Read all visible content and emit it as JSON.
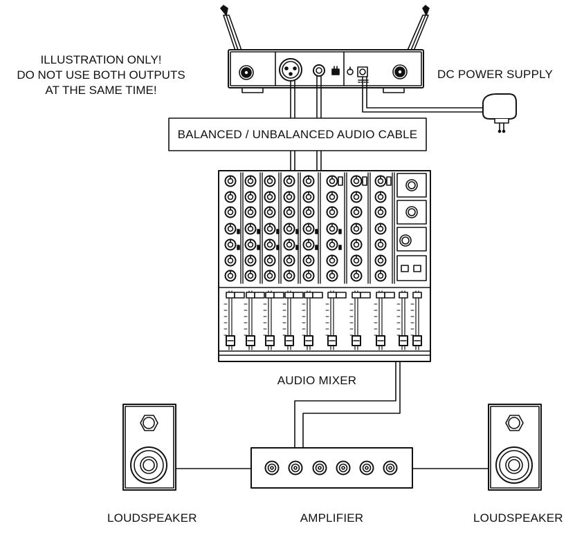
{
  "warning": {
    "line1": "ILLUSTRATION ONLY!",
    "line2": "DO NOT USE BOTH OUTPUTS",
    "line3": "AT THE SAME TIME!"
  },
  "labels": {
    "dc_power_supply": "DC POWER SUPPLY",
    "audio_cable": "BALANCED / UNBALANCED AUDIO CABLE",
    "audio_mixer": "AUDIO MIXER",
    "loudspeaker_left": "LOUDSPEAKER",
    "amplifier": "AMPLIFIER",
    "loudspeaker_right": "LOUDSPEAKER"
  },
  "colors": {
    "line": "#111111",
    "background": "#ffffff"
  }
}
